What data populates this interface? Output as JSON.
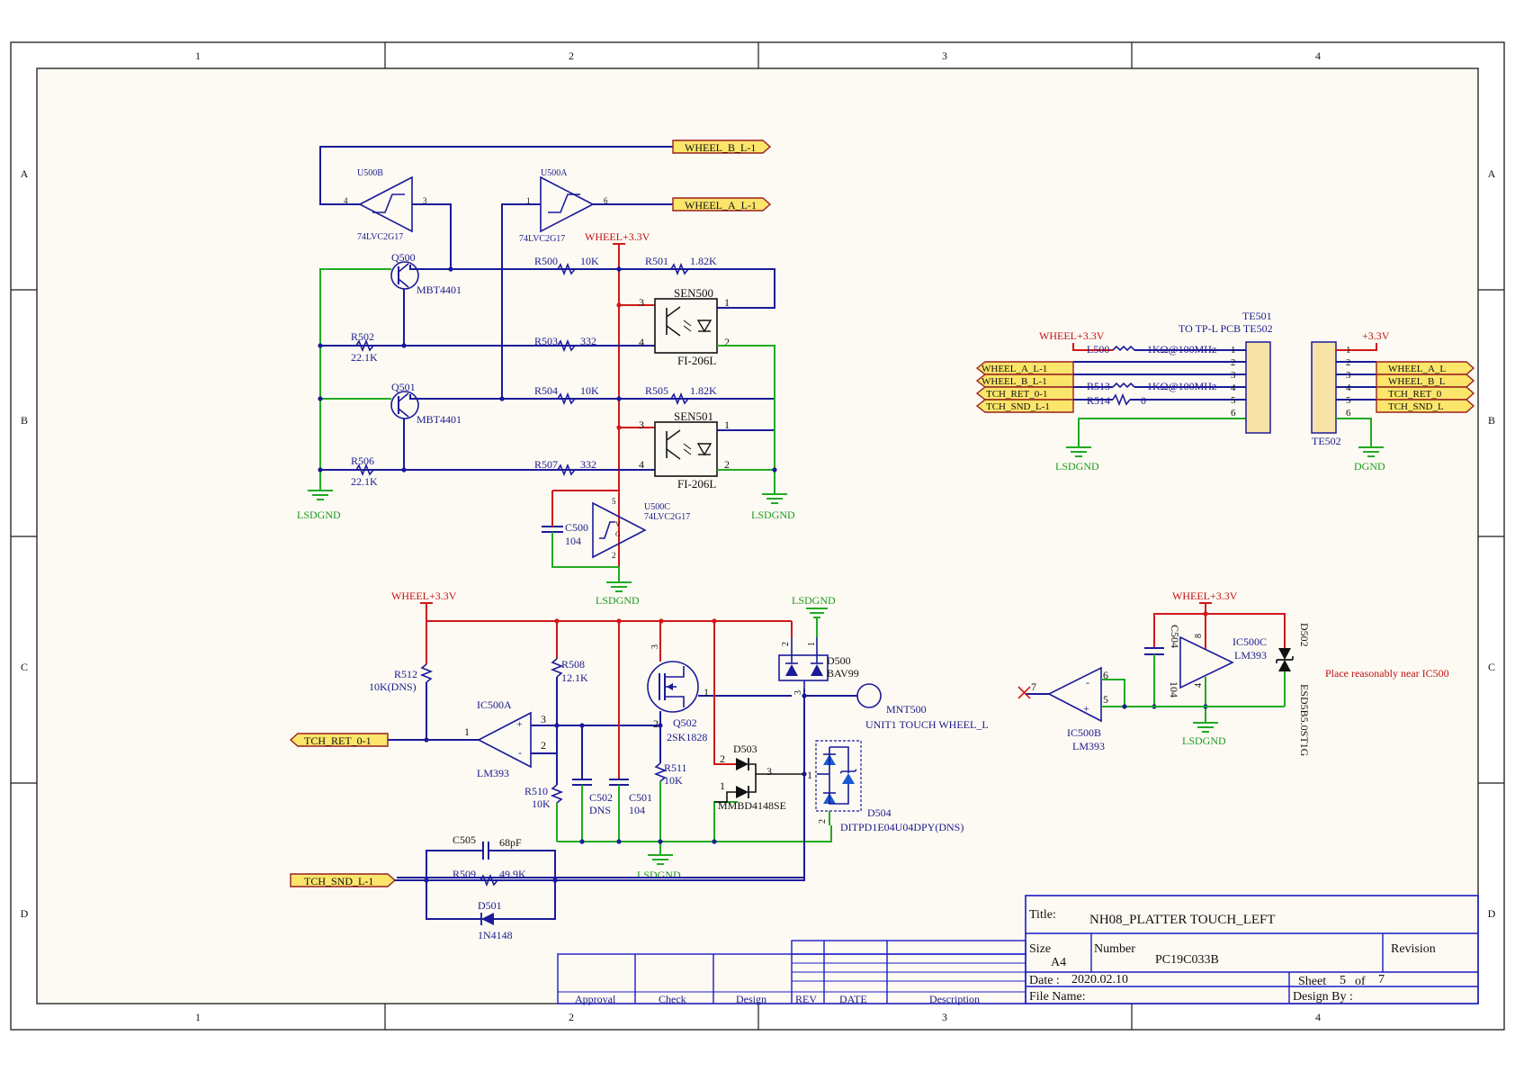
{
  "frame": {
    "col_labels": [
      "1",
      "2",
      "3",
      "4"
    ],
    "row_labels": [
      "A",
      "B",
      "C",
      "D"
    ],
    "colors": {
      "frame": "#1a1a1a",
      "wire_signal": "#1a1a9a",
      "wire_power": "#d01818",
      "wire_ground": "#22aa22",
      "port_fill": "#fbe56a",
      "paper": "#fdfaf3"
    }
  },
  "ports": {
    "wheel_b": "WHEEL_B_L-1",
    "wheel_a": "WHEEL_A_L-1",
    "tch_ret": "TCH_RET_0-1",
    "tch_snd": "TCH_SND_L-1",
    "te501_wheel_a": "WHEEL_A_L-1",
    "te501_wheel_b": "WHEEL_B_L-1",
    "te501_tch_ret": "TCH_RET_0-1",
    "te501_tch_snd": "TCH_SND_L-1",
    "te502_wheel_a": "WHEEL_A_L",
    "te502_wheel_b": "WHEEL_B_L",
    "te502_tch_ret": "TCH_RET_0",
    "te502_tch_snd": "TCH_SND_L"
  },
  "power": {
    "wheel_33v": "WHEEL+3.3V",
    "v33": "+3.3V",
    "lsdgnd": "LSDGND",
    "dgnd": "DGND"
  },
  "parts": {
    "u500b": {
      "ref": "U500B",
      "value": "74LVC2G17",
      "pin_in": "3",
      "pin_out": "4"
    },
    "u500a": {
      "ref": "U500A",
      "value": "74LVC2G17",
      "pin_in": "1",
      "pin_out": "6"
    },
    "u500c": {
      "ref": "U500C",
      "value": "74LVC2G17",
      "pin_vcc": "5",
      "pin_gnd": "2",
      "pin_g": "G",
      "pin_v": "V"
    },
    "q500": {
      "ref": "Q500",
      "value": "MBT4401"
    },
    "q501": {
      "ref": "Q501",
      "value": "MBT4401"
    },
    "r500": {
      "ref": "R500",
      "value": "10K"
    },
    "r501": {
      "ref": "R501",
      "value": "1.82K"
    },
    "r502": {
      "ref": "R502",
      "value": "22.1K"
    },
    "r503": {
      "ref": "R503",
      "value": "332"
    },
    "r504": {
      "ref": "R504",
      "value": "10K"
    },
    "r505": {
      "ref": "R505",
      "value": "1.82K"
    },
    "r506": {
      "ref": "R506",
      "value": "22.1K"
    },
    "r507": {
      "ref": "R507",
      "value": "332"
    },
    "sen500": {
      "ref": "SEN500",
      "value": "FI-206L",
      "p1": "1",
      "p2": "2",
      "p3": "3",
      "p4": "4"
    },
    "sen501": {
      "ref": "SEN501",
      "value": "FI-206L",
      "p1": "1",
      "p2": "2",
      "p3": "3",
      "p4": "4"
    },
    "c500": {
      "ref": "C500",
      "value": "104"
    },
    "te501": {
      "ref": "TE501",
      "note": "TO TP-L PCB TE502",
      "pins": [
        "1",
        "2",
        "3",
        "4",
        "5",
        "6"
      ]
    },
    "te502": {
      "ref": "TE502",
      "pins": [
        "1",
        "2",
        "3",
        "4",
        "5",
        "6"
      ]
    },
    "l500": {
      "ref": "L500",
      "value": "1KΩ@100MHz"
    },
    "r513": {
      "ref": "R513",
      "value": "1KΩ@100MHz"
    },
    "r514": {
      "ref": "R514",
      "value": "0"
    },
    "r512": {
      "ref": "R512",
      "value": "10K(DNS)"
    },
    "ic500a": {
      "ref": "IC500A",
      "value": "LM393",
      "p1": "1",
      "p2": "2",
      "p3": "3",
      "plus": "+",
      "minus": "-"
    },
    "r508": {
      "ref": "R508",
      "value": "12.1K"
    },
    "r510": {
      "ref": "R510",
      "value": "10K"
    },
    "c502": {
      "ref": "C502",
      "value": "DNS"
    },
    "c501": {
      "ref": "C501",
      "value": "104"
    },
    "q502": {
      "ref": "Q502",
      "value": "2SK1828",
      "p1": "1",
      "p2": "2",
      "p3": "3"
    },
    "r511": {
      "ref": "R511",
      "value": "10K"
    },
    "d500": {
      "ref": "D500",
      "value": "BAV99",
      "p1": "1",
      "p2": "2",
      "p3": "3"
    },
    "d503": {
      "ref": "D503",
      "value": "MMBD4148SE",
      "p1": "1",
      "p2": "2",
      "p3": "3"
    },
    "d504": {
      "ref": "D504",
      "value": "DITPD1E04U04DPY(DNS)",
      "p1": "1",
      "p2": "2"
    },
    "mnt500": {
      "ref": "MNT500",
      "value": "UNIT1 TOUCH WHEEL_L"
    },
    "c505": {
      "ref": "C505",
      "value": "68pF"
    },
    "r509": {
      "ref": "R509",
      "value": "49.9K"
    },
    "d501": {
      "ref": "D501",
      "value": "1N4148"
    },
    "ic500b": {
      "ref": "IC500B",
      "value": "LM393",
      "p5": "5",
      "p6": "6",
      "p7": "7",
      "plus": "+",
      "minus": "-"
    },
    "ic500c": {
      "ref": "IC500C",
      "value": "LM393",
      "p8": "8",
      "p4": "4"
    },
    "c504": {
      "ref": "C504",
      "value": "104"
    },
    "d502": {
      "ref": "D502",
      "value": "ESD5B5.0ST1G"
    }
  },
  "notes": {
    "place_near": "Place reasonably near IC500"
  },
  "title_block": {
    "title_label": "Title:",
    "title": "NH08_PLATTER TOUCH_LEFT",
    "size_label": "Size",
    "size": "A4",
    "number_label": "Number",
    "number": "PC19C033B",
    "revision_label": "Revision",
    "date_label": "Date :",
    "date": "2020.02.10",
    "sheet_label": "Sheet",
    "sheet": "5",
    "of_label": "of",
    "sheets": "7",
    "filename_label": "File Name:",
    "designby_label": "Design By :"
  },
  "revision_block": {
    "approval": "Approval",
    "check": "Check",
    "design": "Design",
    "rev": "REV",
    "date": "DATE",
    "description": "Description"
  }
}
